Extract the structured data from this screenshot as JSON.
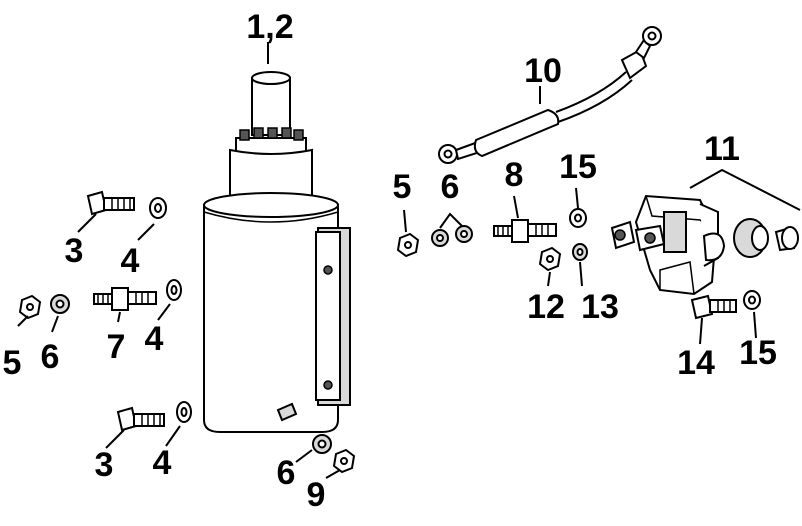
{
  "diagram": {
    "labels": {
      "starter": "1,2",
      "cable": "10",
      "solenoid": "11",
      "bolt_upper_left": "3",
      "washer_upper_left": "4",
      "nut_left": "5",
      "lockwasher_left": "6",
      "stud_left": "7",
      "washer_mid_left": "4",
      "bolt_lower_left": "3",
      "washer_lower_left": "4",
      "lockwasher_bottom": "6",
      "nut_bottom": "9",
      "nut_mid": "5",
      "lockwasher_mid": "6",
      "stud_mid": "8",
      "washer_mid": "15",
      "nut_solenoid": "12",
      "lockwasher_solenoid": "13",
      "screw_solenoid": "14",
      "washer_solenoid": "15"
    }
  }
}
